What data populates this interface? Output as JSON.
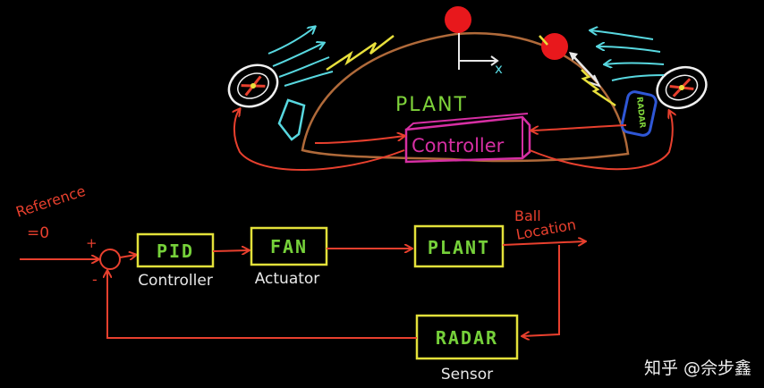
{
  "top_scene": {
    "plant_label": "PLANT",
    "controller_label": "Controller",
    "radar_label": "RADAR",
    "axis_x_label": "x",
    "colors": {
      "dome": "#b06a3a",
      "wind": "#58d8e0",
      "lightning": "#e8e03c",
      "ball": "#e8181c",
      "controller": "#d62fa3",
      "arrows": "#e8402e",
      "plant_text": "#7ed23a",
      "radar": "#2f57d6"
    }
  },
  "block_diagram": {
    "reference_label_line1": "Reference",
    "reference_label_line2": "=0",
    "plus_sign": "+",
    "minus_sign": "-",
    "blocks": {
      "pid": {
        "label": "PID",
        "caption": "Controller"
      },
      "fan": {
        "label": "FAN",
        "caption": "Actuator"
      },
      "plant": {
        "label": "PLANT",
        "caption": ""
      },
      "radar": {
        "label": "RADAR",
        "caption": "Sensor"
      }
    },
    "output_label_line1": "Ball",
    "output_label_line2": "Location",
    "colors": {
      "block_border": "#e3e13a",
      "block_text": "#76d13a",
      "signal": "#e8402e"
    }
  },
  "watermark": "知乎 @佘步鑫"
}
